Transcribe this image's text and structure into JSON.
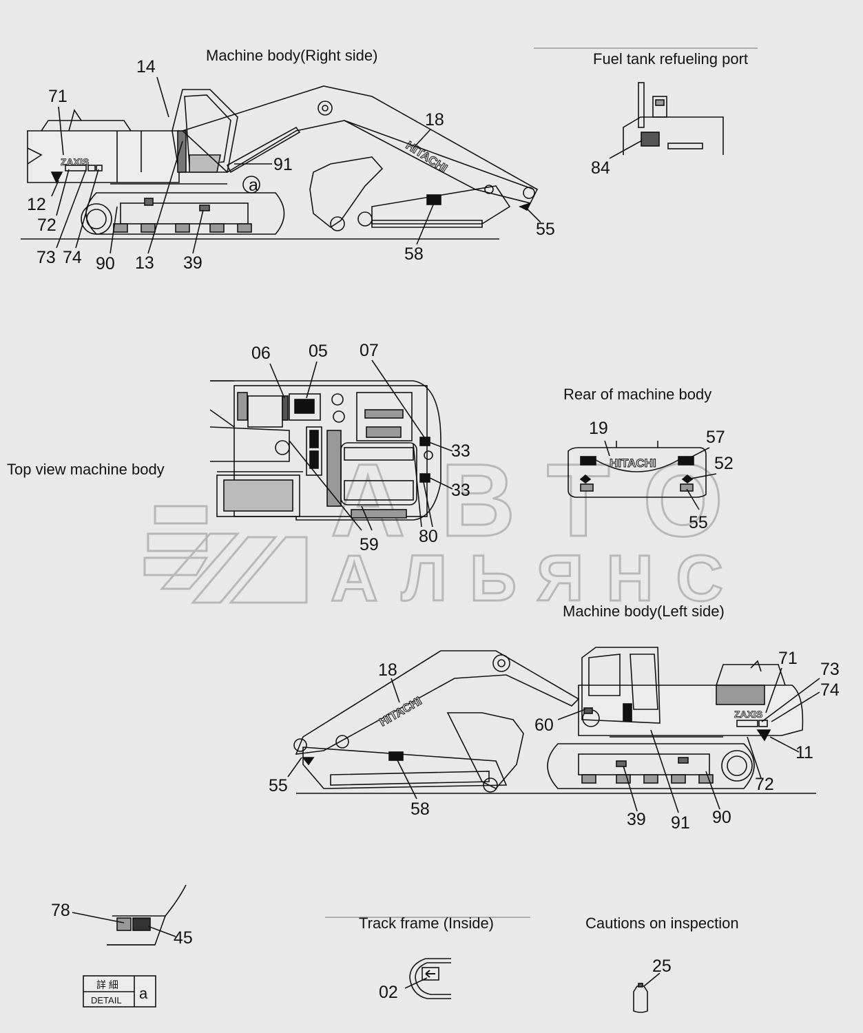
{
  "sections": {
    "right_side": "Machine body(Right side)",
    "fuel_port": "Fuel tank refueling port",
    "top_view": "Top view machine body",
    "rear": "Rear of machine body",
    "left_side": "Machine body(Left side)",
    "track_frame": "Track frame (Inside)",
    "cautions": "Cautions on inspection"
  },
  "labels": {
    "r_14": "14",
    "r_71": "71",
    "r_18": "18",
    "r_91": "91",
    "r_a": "a",
    "r_12": "12",
    "r_72": "72",
    "r_73": "73",
    "r_74": "74",
    "r_90": "90",
    "r_13": "13",
    "r_39": "39",
    "r_58": "58",
    "r_55": "55",
    "f_84": "84",
    "t_06": "06",
    "t_05": "05",
    "t_07": "07",
    "t_33a": "33",
    "t_33b": "33",
    "t_59": "59",
    "t_80": "80",
    "b_19": "19",
    "b_57": "57",
    "b_52": "52",
    "b_55": "55",
    "l_18": "18",
    "l_71": "71",
    "l_73": "73",
    "l_74": "74",
    "l_60": "60",
    "l_11": "11",
    "l_55": "55",
    "l_72": "72",
    "l_58": "58",
    "l_39": "39",
    "l_91": "91",
    "l_90": "90",
    "d_78": "78",
    "d_45": "45",
    "k_02": "02",
    "c_25": "25"
  },
  "decals": {
    "hitachi": "HITACHI",
    "zaxis": "ZAXIS",
    "detail_kanji": "詳 細",
    "detail_en": "DETAIL",
    "detail_letter": "a"
  },
  "watermark": {
    "line1": "АВТО",
    "line2": "АЛЬЯНС"
  },
  "colors": {
    "ink": "#111111",
    "background": "#e9e9e9",
    "watermark": "#b8b8b8"
  }
}
